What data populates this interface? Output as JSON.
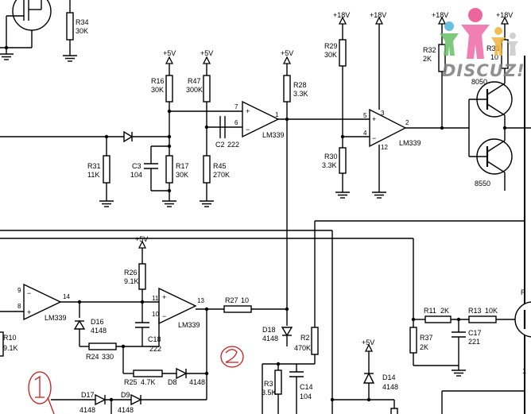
{
  "watermark": "DISCUZ!",
  "annotations": {
    "one": "1",
    "two": "2"
  },
  "ics": {
    "u1": "LM339",
    "u2": "LM339",
    "u3": "LM339",
    "u4": "LM339"
  },
  "pins": {
    "u1_in_plus": "7",
    "u1_in_minus": "6",
    "u1_out": "1",
    "u2_in_plus": "5",
    "u2_in_minus": "4",
    "u2_top": "3",
    "u2_bottom": "12",
    "u2_out": "2",
    "u3_in_a": "9",
    "u3_in_b": "8",
    "u3_out": "14",
    "u4_in_a": "11",
    "u4_in_b": "10",
    "u4_out": "13"
  },
  "rails": {
    "plus5": "+5V",
    "plus18": "+18V"
  },
  "components": {
    "R34": {
      "ref": "R34",
      "value": "30K"
    },
    "R16": {
      "ref": "R16",
      "value": "30K"
    },
    "R47": {
      "ref": "R47",
      "value": "300K"
    },
    "R28": {
      "ref": "R28",
      "value": "3.3K"
    },
    "R29": {
      "ref": "R29",
      "value": "30K"
    },
    "R32": {
      "ref": "R32",
      "value": "2K"
    },
    "R33": {
      "ref": "R33",
      "value": "10"
    },
    "R31": {
      "ref": "R31",
      "value": "11K"
    },
    "C3": {
      "ref": "C3",
      "value": "104"
    },
    "R17": {
      "ref": "R17",
      "value": "30K"
    },
    "C2": {
      "ref": "C2",
      "value": "222"
    },
    "R45": {
      "ref": "R45",
      "value": "270K"
    },
    "R30": {
      "ref": "R30",
      "value": "3.3K"
    },
    "Q1": {
      "value": "8050"
    },
    "Q2": {
      "value": "8550"
    },
    "R26": {
      "ref": "R26",
      "value": "9.1K"
    },
    "D16": {
      "ref": "D16",
      "value": "4148"
    },
    "R10": {
      "ref": "R10",
      "value": "9.1K"
    },
    "C18": {
      "ref": "C18",
      "value": "222"
    },
    "R27": {
      "ref": "R27",
      "value": "10"
    },
    "R24": {
      "ref": "R24",
      "value": "330"
    },
    "D18": {
      "ref": "D18",
      "value": "4148"
    },
    "R2": {
      "ref": "R2",
      "value": "470K"
    },
    "R25": {
      "ref": "R25",
      "value": "4.7K"
    },
    "D8": {
      "ref": "D8",
      "value": "4148"
    },
    "R3": {
      "ref": "R3",
      "value": "3.5K"
    },
    "C14": {
      "ref": "C14",
      "value": "104"
    },
    "D14": {
      "ref": "D14",
      "value": "4148"
    },
    "D17": {
      "ref": "D17",
      "value": "4148"
    },
    "D9": {
      "ref": "D9",
      "value": "4148"
    },
    "R11": {
      "ref": "R11",
      "value": "2K"
    },
    "R13": {
      "ref": "R13",
      "value": "10K"
    },
    "R37": {
      "ref": "R37",
      "value": "2K"
    },
    "C17": {
      "ref": "C17",
      "value": "221"
    },
    "R_edge": {
      "ref": "R",
      "value": "1"
    }
  }
}
